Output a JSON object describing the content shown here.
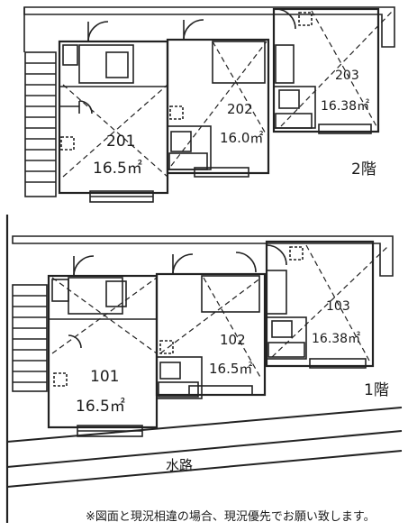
{
  "floor2": {
    "label": "2階",
    "units": [
      {
        "no": "201",
        "area": "16.5㎡"
      },
      {
        "no": "202",
        "area": "16.0㎡"
      },
      {
        "no": "203",
        "area": "16.38㎡"
      }
    ]
  },
  "floor1": {
    "label": "1階",
    "units": [
      {
        "no": "101",
        "area": "16.5㎡"
      },
      {
        "no": "102",
        "area": "16.5㎡"
      },
      {
        "no": "103",
        "area": "16.38㎡"
      }
    ]
  },
  "waterway": "水路",
  "note": "※図面と現況相違の場合、現況優先でお願い致します。"
}
